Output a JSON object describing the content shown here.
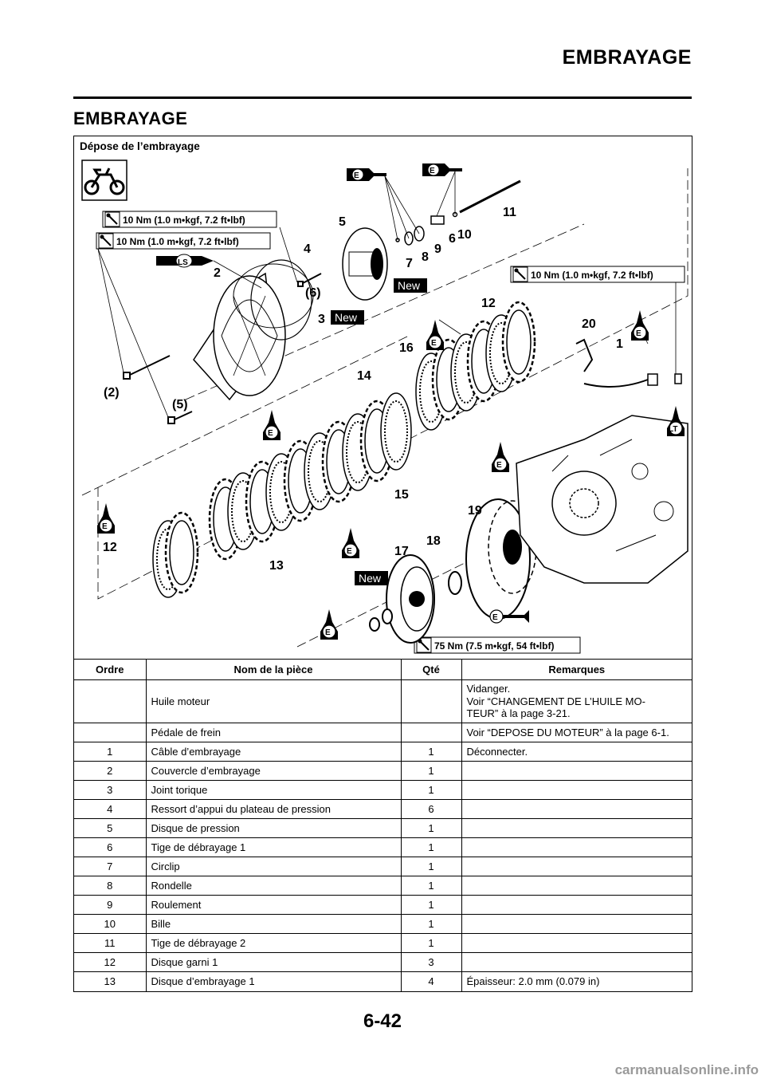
{
  "header": {
    "running_title": "EMBRAYAGE"
  },
  "section_title": "EMBRAYAGE",
  "figure": {
    "title": "Dépose de l’embrayage",
    "torque_labels": [
      "10 Nm (1.0 m•kgf, 7.2 ft•lbf)",
      "10 Nm (1.0 m•kgf, 7.2 ft•lbf)",
      "10 Nm (1.0 m•kgf, 7.2 ft•lbf)",
      "75 Nm (7.5 m•kgf, 54 ft•lbf)"
    ],
    "new_label": "New",
    "oil_symbol": "E",
    "grease_symbol": "LS",
    "locktite_symbol": "LT",
    "callouts": [
      "1",
      "2",
      "3",
      "4",
      "5",
      "6",
      "7",
      "8",
      "9",
      "10",
      "11",
      "12",
      "12",
      "13",
      "14",
      "15",
      "16",
      "17",
      "18",
      "19",
      "20",
      "(2)",
      "(5)",
      "(6)"
    ],
    "icons": [
      "motorcycle-icon",
      "torque-wrench-icon",
      "oil-can-icon",
      "grease-tube-icon"
    ]
  },
  "table": {
    "headers": [
      "Ordre",
      "Nom de la pièce",
      "Qté",
      "Remarques"
    ],
    "rows": [
      {
        "order": "",
        "name": "Huile moteur",
        "qty": "",
        "remarks": "Vidanger.\nVoir “CHANGEMENT DE L’HUILE MO-\nTEUR” à la page 3-21."
      },
      {
        "order": "",
        "name": "Pédale de frein",
        "qty": "",
        "remarks": "Voir “DEPOSE DU MOTEUR” à la page 6-1."
      },
      {
        "order": "1",
        "name": "Câble d’embrayage",
        "qty": "1",
        "remarks": "Déconnecter."
      },
      {
        "order": "2",
        "name": "Couvercle d’embrayage",
        "qty": "1",
        "remarks": ""
      },
      {
        "order": "3",
        "name": "Joint torique",
        "qty": "1",
        "remarks": ""
      },
      {
        "order": "4",
        "name": "Ressort d’appui du plateau de pression",
        "qty": "6",
        "remarks": ""
      },
      {
        "order": "5",
        "name": "Disque de pression",
        "qty": "1",
        "remarks": ""
      },
      {
        "order": "6",
        "name": "Tige de débrayage 1",
        "qty": "1",
        "remarks": ""
      },
      {
        "order": "7",
        "name": "Circlip",
        "qty": "1",
        "remarks": ""
      },
      {
        "order": "8",
        "name": "Rondelle",
        "qty": "1",
        "remarks": ""
      },
      {
        "order": "9",
        "name": "Roulement",
        "qty": "1",
        "remarks": ""
      },
      {
        "order": "10",
        "name": "Bille",
        "qty": "1",
        "remarks": ""
      },
      {
        "order": "11",
        "name": "Tige de débrayage 2",
        "qty": "1",
        "remarks": ""
      },
      {
        "order": "12",
        "name": "Disque garni 1",
        "qty": "3",
        "remarks": ""
      },
      {
        "order": "13",
        "name": "Disque d’embrayage 1",
        "qty": "4",
        "remarks": "Épaisseur: 2.0 mm (0.079 in)"
      }
    ]
  },
  "footer": {
    "page_number": "6-42",
    "watermark": "carmanualsonline.info"
  }
}
